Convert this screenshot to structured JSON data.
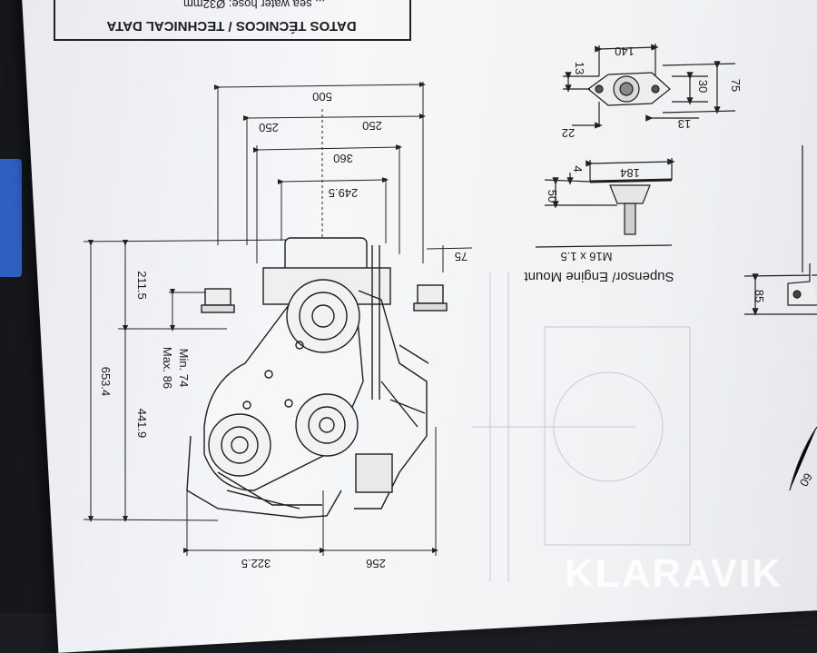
{
  "header": {
    "title": "DATOS TÉCNICOS / TECHNICAL DATA",
    "note": "... sea water hose: Ø32mm"
  },
  "engine_mount": {
    "label": "Supensor/ Engine Mount",
    "thread": "M16 x 1.5"
  },
  "dimensions": {
    "top_500": "500",
    "top_250_left": "250",
    "top_250_right": "250",
    "top_360": "360",
    "top_249_5": "249.5",
    "right_75": "75",
    "left_211_5": "211.5",
    "left_653_4": "653.4",
    "left_441_9": "441.9",
    "min_74": "Min. 74",
    "max_86": "Max. 86",
    "bottom_322_5": "322.5",
    "bottom_256": "256",
    "mount_184": "184",
    "mount_4": "4",
    "mount_50": "50",
    "mount_140": "140",
    "mount_13_top": "13",
    "mount_30": "30",
    "mount_75": "75",
    "mount_13_bottom": "13",
    "mount_22": "22",
    "side_85": "85",
    "side_60": "60"
  },
  "watermark": "KLARAVIK"
}
